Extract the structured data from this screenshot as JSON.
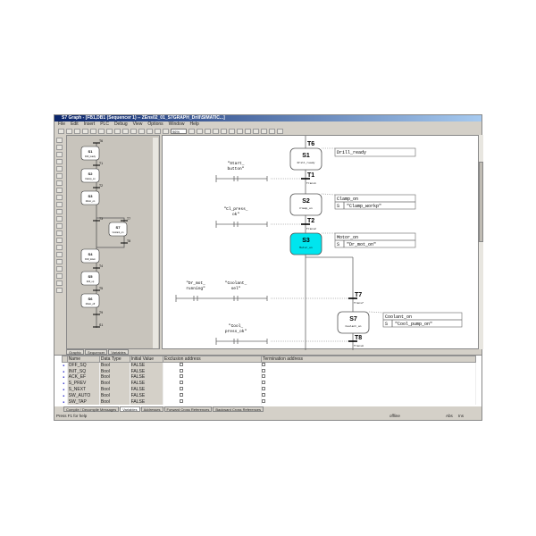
{
  "window": {
    "title": "S7 Graph - [FB1,DB1 (Sequencer 1) -- ZEns02_01_S7GRAPH_Drill\\SIMATIC...]"
  },
  "menu": [
    "File",
    "Edit",
    "Insert",
    "PLC",
    "Debug",
    "View",
    "Options",
    "Window",
    "Help"
  ],
  "toolbar": {
    "zoom": "96%"
  },
  "overview": {
    "steps": [
      {
        "id": "S1",
        "name": "Drill_ready"
      },
      {
        "id": "S2",
        "name": "Clamp_on"
      },
      {
        "id": "S3",
        "name": "Motor_on"
      },
      {
        "id": "S7",
        "name": "Coolant_on"
      },
      {
        "id": "S4",
        "name": "Drill_down"
      },
      {
        "id": "S5",
        "name": "Drill_up"
      },
      {
        "id": "S6",
        "name": "Motor_off"
      }
    ],
    "transitions": [
      "T6",
      "T1",
      "T2",
      "T3",
      "T7",
      "T8",
      "T4",
      "T5",
      "T9",
      "S1"
    ],
    "tabs": [
      "Graphic",
      "Sequencer",
      "Variables"
    ]
  },
  "diagram": {
    "jump_in": "T6",
    "steps": [
      {
        "id": "S1",
        "name": "Drill_ready",
        "action_title": "Drill_ready"
      },
      {
        "id": "S2",
        "name": "Clamp_on",
        "action_title": "Clamp_on",
        "qual": "S",
        "operand": "\"Clamp_workp\""
      },
      {
        "id": "S3",
        "name": "Motor_on",
        "action_title": "Motor_on",
        "qual": "S",
        "operand": "\"Dr_mot_on\"",
        "active": true
      },
      {
        "id": "S7",
        "name": "Coolant_on",
        "action_title": "Coolant_on",
        "qual": "S",
        "operand": "\"Cool_pump_on\""
      }
    ],
    "transitions": [
      {
        "id": "T1",
        "name": "Trans1",
        "contacts": [
          [
            "\"Start_",
            "button\""
          ]
        ]
      },
      {
        "id": "T2",
        "name": "Trans2",
        "contacts": [
          [
            "\"Cl_press_",
            "ok\""
          ]
        ]
      },
      {
        "id": "T7",
        "name": "Trans7",
        "contacts": [
          [
            "\"Dr_mot_",
            "running\""
          ],
          [
            "\"Coolant_",
            "sel\""
          ]
        ]
      },
      {
        "id": "T8",
        "name": "Trans8",
        "contacts": [
          [
            "\"Cool_",
            "press_ok\""
          ]
        ]
      }
    ],
    "active_color": "#00e5ee"
  },
  "table": {
    "headers": [
      "Name",
      "Data Type",
      "Initial Value",
      "Exclusion address",
      "Termination address"
    ],
    "rows": [
      [
        "OFF_SQ",
        "Bool",
        "FALSE"
      ],
      [
        "INIT_SQ",
        "Bool",
        "FALSE"
      ],
      [
        "ACK_EF",
        "Bool",
        "FALSE"
      ],
      [
        "S_PREV",
        "Bool",
        "FALSE"
      ],
      [
        "S_NEXT",
        "Bool",
        "FALSE"
      ],
      [
        "SW_AUTO",
        "Bool",
        "FALSE"
      ],
      [
        "SW_TAP",
        "Bool",
        "FALSE"
      ]
    ]
  },
  "bottom_tabs": [
    "Compile / Decompile Messages",
    "Variables",
    "Addresses",
    "Forward Cross References",
    "Backward Cross References"
  ],
  "status": {
    "help": "Press F1 for help",
    "mode": "offline",
    "abs": "Abs",
    "ins": "Ins"
  }
}
